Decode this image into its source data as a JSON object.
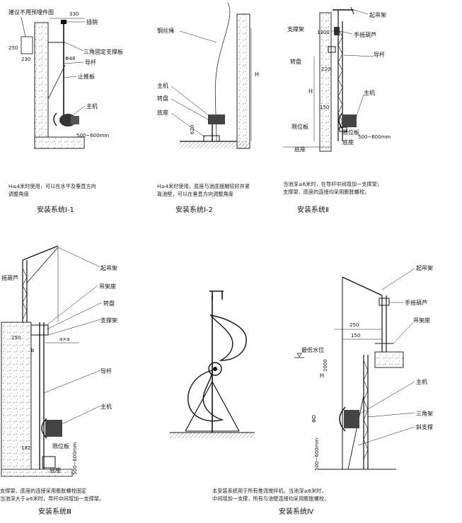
{
  "panels": {
    "p1": {
      "title": "安装系统Ⅰ-1",
      "note": "建议不用预埋件图",
      "labels": {
        "pin": "插销",
        "bracket": "三角固定支撑板",
        "rod": "导杆",
        "stop": "止推板",
        "main": "主机"
      },
      "dims": {
        "d330": "330",
        "d250": "250",
        "d230": "230",
        "phi48": "Φ48",
        "d500": "500~600mm"
      },
      "caption_line1": "H≤4米时使用，可以在水平及垂直方向",
      "caption_line2": "调整角度"
    },
    "p2": {
      "title": "安装系统Ⅰ-2",
      "labels": {
        "rope": "钢丝绳",
        "main": "主机",
        "plate": "转盘",
        "base": "底座"
      },
      "dims": {
        "H": "H",
        "d620": "620"
      },
      "caption_line1": "H≥4米时使用，底座与池底接触较好并紧",
      "caption_line2": "靠池壁，可以在垂直方向调整角度"
    },
    "p3": {
      "title": "安装系统Ⅱ",
      "labels": {
        "crane": "起吊架",
        "support": "支撑架",
        "hoist": "手摇葫芦",
        "guide": "导杆",
        "plate": "转盘",
        "main": "主机",
        "limit": "限位板",
        "base": "底座"
      },
      "dims": {
        "d1300": "1300",
        "d220": "220",
        "H": "H",
        "d150": "150",
        "d500": "500~600mm"
      },
      "caption_line1": "当池深≥6米时，在导杆中间增加一支撑架；",
      "caption_line2": "支撑架、底座的连接均采用膨胀螺栓。"
    },
    "p4": {
      "title": "安装系统Ⅲ",
      "labels": {
        "hoist": "摇葫芦",
        "crane": "起吊架",
        "hanger": "吊架座",
        "plate": "转盘",
        "support": "支撑架",
        "guide": "导杆",
        "main": "主机",
        "limit": "限位板",
        "base": "底座"
      },
      "dims": {
        "d250": "250",
        "axa": "a×a",
        "b": "b",
        "d182": "182",
        "d500": "500~600mm"
      },
      "caption_line1": "支撑架、底座的连接采用膨胀螺栓固定",
      "caption_line2": "当池深大于≥6米时，导杆中间增加一支撑架。"
    },
    "p6": {
      "title": "安装系统Ⅳ",
      "labels": {
        "crane": "起吊架",
        "hoist": "手摇葫芦",
        "hanger": "吊架座",
        "water": "最低水位",
        "main": "主机",
        "tri": "三角架",
        "brace": "斜支撑"
      },
      "dims": {
        "d250": "250",
        "d150": "150",
        "H": "H",
        "d1000": "1000",
        "phiD": "ΦD",
        "d500": "500~600mm"
      },
      "caption_line1": "本安装系统用于所有推流搅拌机，当池深≥6米时，",
      "caption_line2": "中间增加一支撑，所有与池壁连接均采用膨胀螺栓。"
    }
  }
}
